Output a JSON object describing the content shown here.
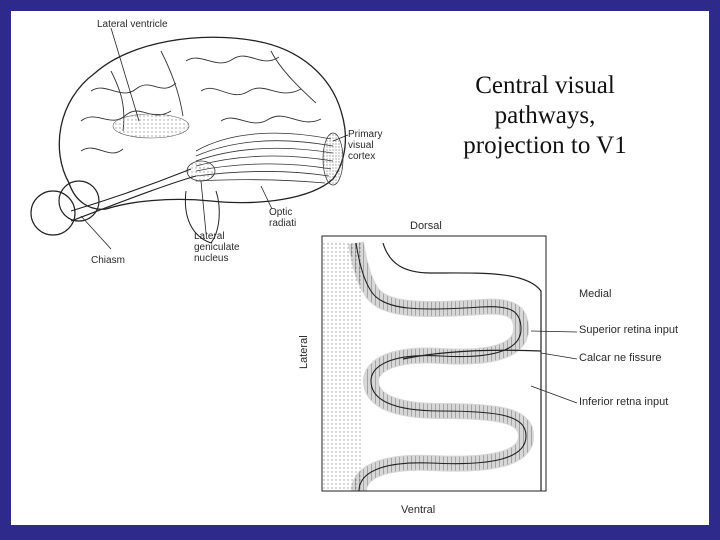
{
  "slide": {
    "title_lines": [
      "Central visual",
      "pathways,",
      "projection to V1"
    ]
  },
  "brain_figure": {
    "labels": {
      "lateral_ventricle": "Lateral ventricle",
      "primary_visual_cortex": [
        "Primary",
        "visual",
        "cortex"
      ],
      "optic_radiation": [
        "Optic",
        "radiati"
      ],
      "lateral_geniculate_nucleus": [
        "Lateral",
        "geniculate",
        "nucleus"
      ],
      "chiasm": "Chiasm"
    }
  },
  "section_figure": {
    "labels": {
      "dorsal": "Dorsal",
      "medial": "Medial",
      "superior_retina_input": "Superior retina input",
      "calcarine_fissure": "Calcar ne fissure",
      "inferior_retina_input": "Inferior retna input",
      "lateral": "Lateral",
      "ventral": "Ventral"
    }
  },
  "colors": {
    "frame": "#2e2a8c",
    "background": "#ffffff",
    "ink": "#222222",
    "stipple": "#bdbdbd"
  }
}
